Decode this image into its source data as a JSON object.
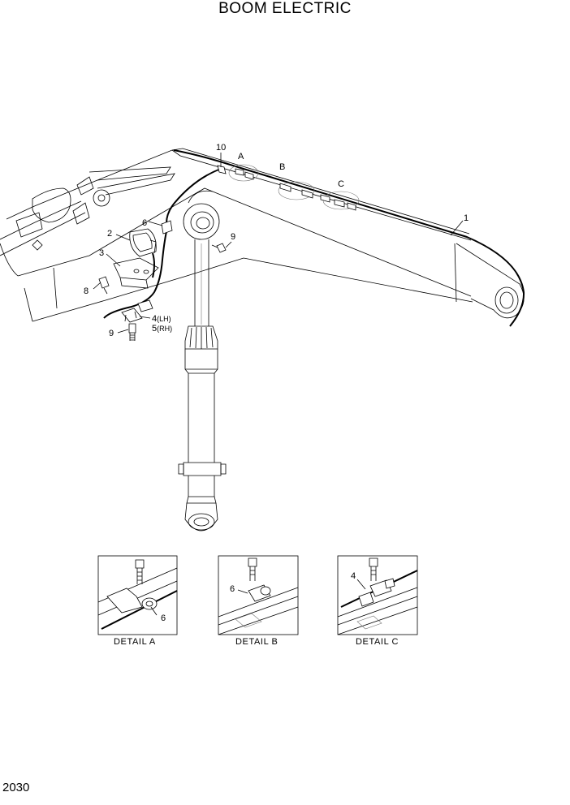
{
  "title": "BOOM ELECTRIC",
  "page_number": "2030",
  "callouts": {
    "c1": "1",
    "c2": "2",
    "c3": "3",
    "c4": "4",
    "c4_suffix": "(LH)",
    "c5": "5",
    "c5_suffix": "(RH)",
    "c6": "6",
    "c8": "8",
    "c9_top": "9",
    "c9_bottom": "9",
    "c10": "10",
    "detail_a_marker": "A",
    "detail_b_marker": "B",
    "detail_c_marker": "C"
  },
  "details": [
    {
      "caption": "DETAIL  A",
      "part_label": "6"
    },
    {
      "caption": "DETAIL  B",
      "part_label": "6"
    },
    {
      "caption": "DETAIL  C",
      "part_label": "4"
    }
  ]
}
